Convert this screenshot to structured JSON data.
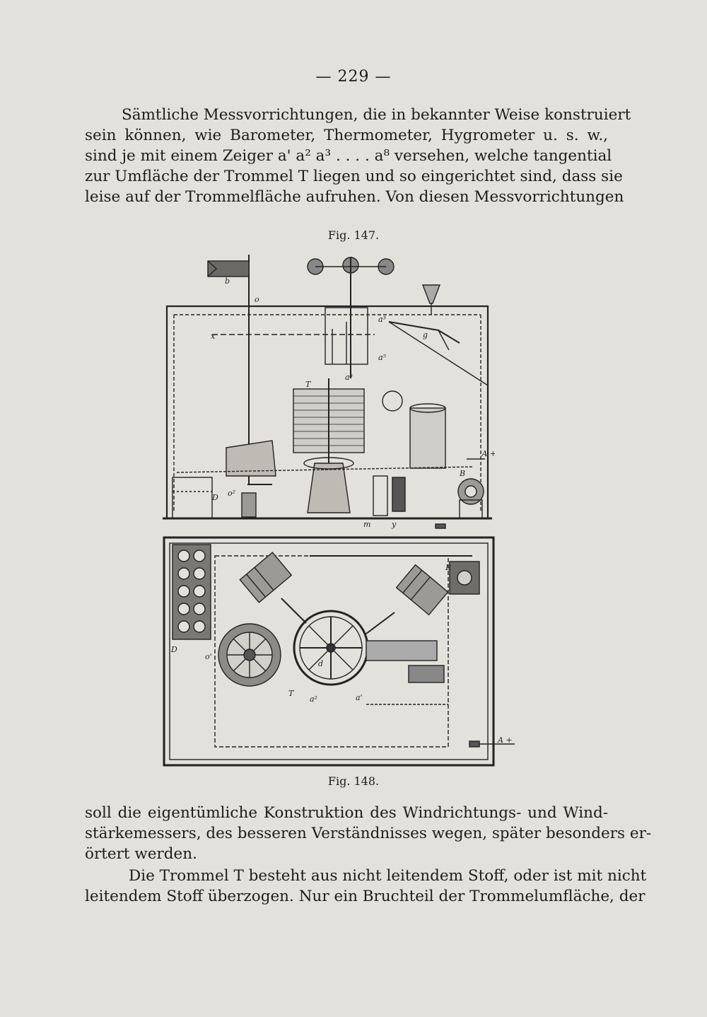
{
  "page_number": "— 229 —",
  "intro_lines": [
    "Sämtliche Messvorrichtungen, die in bekannter Weise konstruiert",
    "sein können, wie Barometer, Thermometer, Hygrometer u. s. w.,",
    "sind je mit einem Zeiger a' a² a³ . . . . a⁸ versehen, welche tangential",
    "zur Umfläche der Trommel T liegen und so eingerichtet sind, dass sie",
    "leise auf der Trommelfläche aufruhen. Von diesen Messvorrichtungen"
  ],
  "fig147_caption": "Fig. 147.",
  "fig148_caption": "Fig. 148.",
  "closing_lines_1": [
    "soll die eigentümliche Konstruktion des Windrichtungs- und Wind-",
    "stärkemessers, des besseren Verständnisses wegen, später besonders er-",
    "örtert werden."
  ],
  "closing_lines_2": [
    "Die Trommel T besteht aus nicht leitendem Stoff, oder ist mit nicht",
    "leitendem Stoff überzogen. Nur ein Bruchteil der Trommelumfläche, der"
  ],
  "fig147_labels": {
    "b": "b",
    "o": "o",
    "x": "x",
    "a5": "a⁵",
    "a3": "a³",
    "g": "g",
    "T": "T",
    "a6": "a⁶",
    "A_plus": "A +",
    "B": "B",
    "D": "D",
    "o2": "o²",
    "m": "m",
    "y": "y"
  },
  "fig148_labels": {
    "B": "B",
    "D": "D",
    "T": "T",
    "d": "d",
    "A_plus": "A +",
    "a1": "a'",
    "a2": "a²",
    "o1": "o'"
  }
}
